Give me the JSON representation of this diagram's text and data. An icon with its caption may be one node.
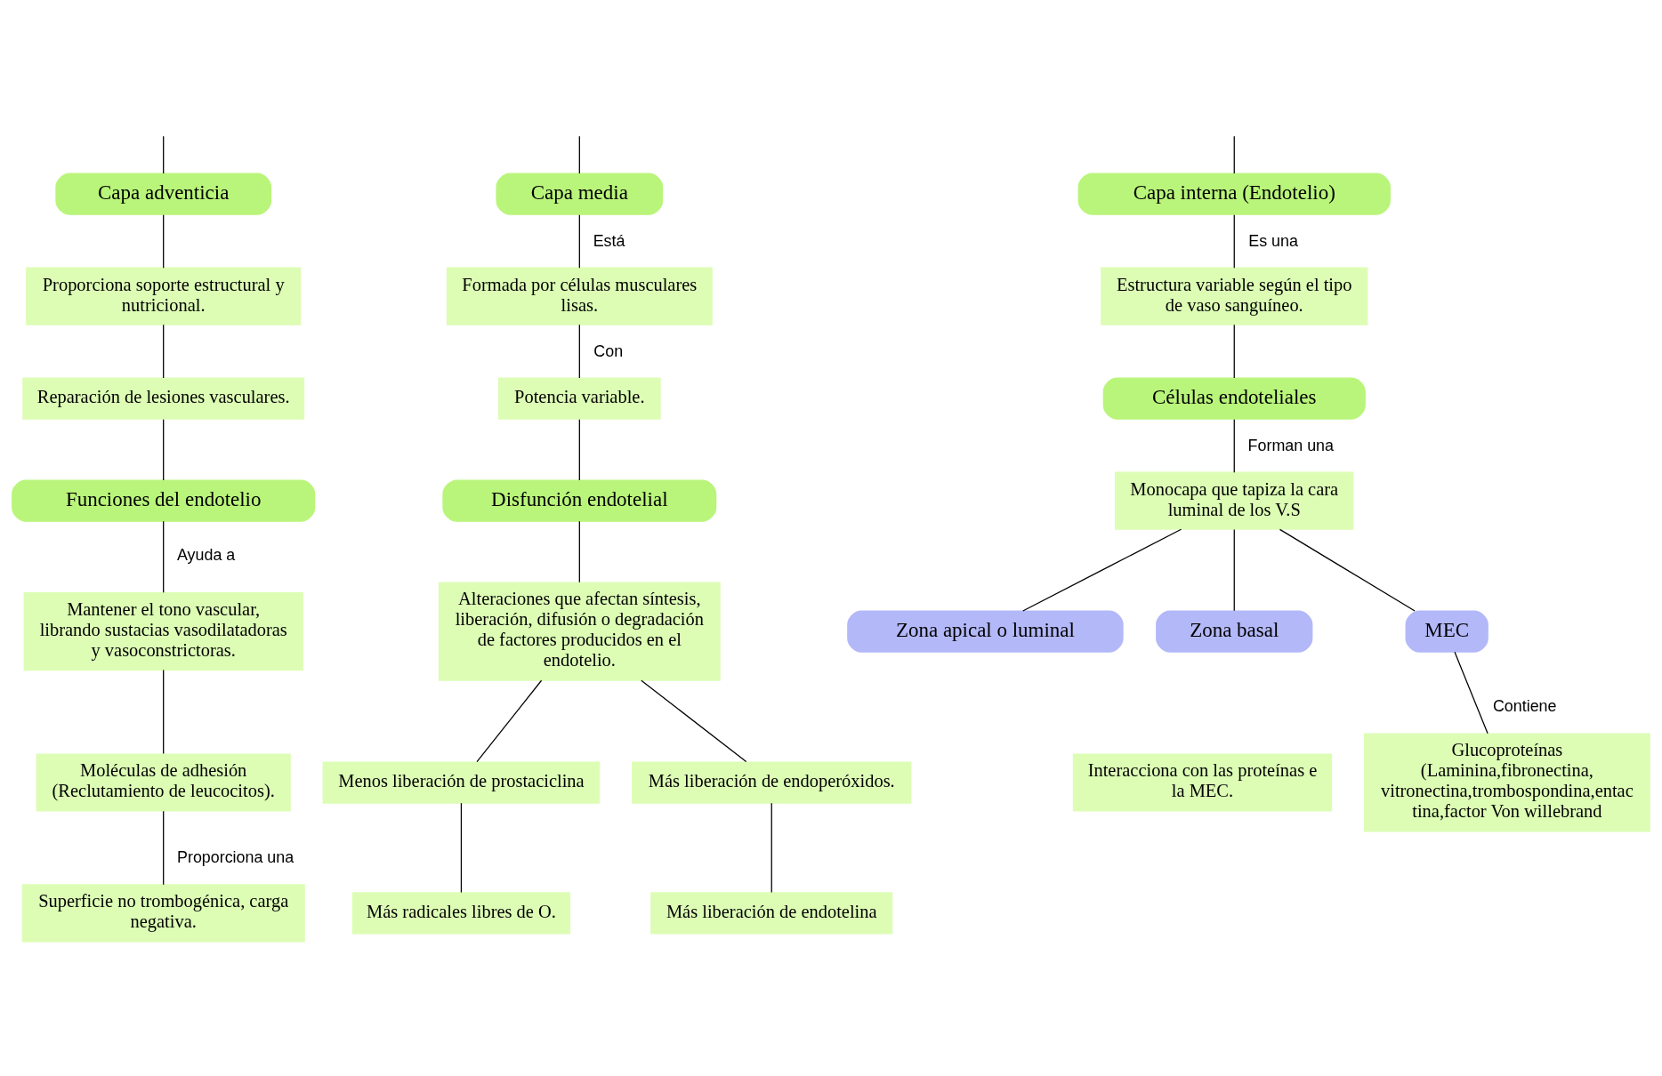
{
  "diagram": {
    "nodes": [
      {
        "text": [
          "Capa adventicia"
        ]
      },
      {
        "text": [
          "Proporciona soporte estructural y nutricional."
        ]
      },
      {
        "text": [
          "Reparación de lesiones vasculares."
        ]
      },
      {
        "text": [
          "Funciones del endotelio"
        ]
      },
      {
        "text": [
          "Mantener el tono vascular, librando sustacias vasodilatadoras y vasoconstrictoras."
        ]
      },
      {
        "text": [
          "Moléculas de adhesión (Reclutamiento de leucocitos)."
        ]
      },
      {
        "text": [
          "Superficie no trombogénica, carga negativa."
        ]
      },
      {
        "text": [
          "Capa media"
        ]
      },
      {
        "text": [
          "Formada por células musculares lisas."
        ]
      },
      {
        "text": [
          "Potencia variable."
        ]
      },
      {
        "text": [
          "Disfunción endotelial"
        ]
      },
      {
        "text": [
          "Alteraciones que afectan síntesis, liberación, difusión o degradación de factores producidos en el endotelio."
        ]
      },
      {
        "text": [
          "Menos liberación de prostaciclina"
        ]
      },
      {
        "text": [
          "Más liberación de endoperóxidos."
        ]
      },
      {
        "text": [
          "Más radicales libres de O."
        ]
      },
      {
        "text": [
          "Más liberación de endotelina"
        ]
      },
      {
        "text": [
          "Capa interna (Endotelio)"
        ]
      },
      {
        "text": [
          "Estructura variable según el tipo de vaso sanguíneo."
        ]
      },
      {
        "text": [
          "Células endoteliales"
        ]
      },
      {
        "text": [
          "Monocapa que tapiza la cara luminal de los V.S"
        ]
      },
      {
        "text": [
          "Zona apical o luminal"
        ]
      },
      {
        "text": [
          "Zona basal"
        ]
      },
      {
        "text": [
          "Interacciona con las proteínas e la MEC."
        ]
      },
      {
        "text": [
          "MEC"
        ]
      },
      {
        "text": [
          "Glucoproteínas (Laminina,fibronectina, vitronectina,trombospondina,entac tina,factor Von willebrand"
        ]
      }
    ],
    "edges": [
      {
        "from": null,
        "to": 0,
        "arrow": "none"
      },
      {
        "from": 0,
        "to": 1,
        "arrow": "none"
      },
      {
        "from": 1,
        "to": 2,
        "arrow": "none"
      },
      {
        "from": 2,
        "to": 3,
        "arrow": "none"
      },
      {
        "from": 3,
        "to": 4,
        "arrow": "none",
        "label": "Ayuda a"
      },
      {
        "from": 4,
        "to": 5,
        "arrow": "none"
      },
      {
        "from": 5,
        "to": 6,
        "arrow": "none",
        "label": "Proporciona una"
      },
      {
        "from": null,
        "to": 7,
        "arrow": "none"
      },
      {
        "from": 7,
        "to": 8,
        "arrow": "none",
        "label": "Está"
      },
      {
        "from": 8,
        "to": 9,
        "arrow": "none",
        "label": "Con"
      },
      {
        "from": 9,
        "to": 10,
        "arrow": "none"
      },
      {
        "from": 10,
        "to": 11,
        "arrow": "none"
      },
      {
        "from": 11,
        "to": 12,
        "arrow": "none"
      },
      {
        "from": 11,
        "to": 13,
        "arrow": "none"
      },
      {
        "from": 12,
        "to": 14,
        "arrow": "none"
      },
      {
        "from": 13,
        "to": 15,
        "arrow": "none"
      },
      {
        "from": null,
        "to": 16,
        "arrow": "none"
      },
      {
        "from": 16,
        "to": 17,
        "arrow": "none",
        "label": "Es una"
      },
      {
        "from": 17,
        "to": 18,
        "arrow": "none"
      },
      {
        "from": 18,
        "to": 19,
        "arrow": "none",
        "label": "Forman una"
      },
      {
        "from": 19,
        "to": 20,
        "arrow": "none"
      },
      {
        "from": 19,
        "to": 23,
        "arrow": "none"
      },
      {
        "from": 19,
        "to": 21,
        "arrow": "none"
      },
      {
        "from": 23,
        "to": 24,
        "arrow": "none",
        "label": "Contiene"
      }
    ]
  }
}
